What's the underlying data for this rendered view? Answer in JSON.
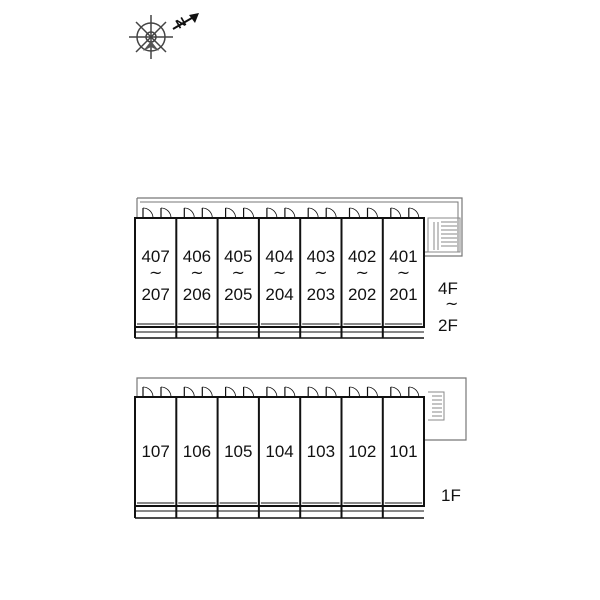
{
  "compass": {
    "icon": "north-arrow-compass-icon",
    "label": "N"
  },
  "upper_block": {
    "floor_range": {
      "top": "4F",
      "sep": "~",
      "bottom": "2F"
    },
    "units": [
      {
        "top": "407",
        "sep": "~",
        "bottom": "207"
      },
      {
        "top": "406",
        "sep": "~",
        "bottom": "206"
      },
      {
        "top": "405",
        "sep": "~",
        "bottom": "205"
      },
      {
        "top": "404",
        "sep": "~",
        "bottom": "204"
      },
      {
        "top": "403",
        "sep": "~",
        "bottom": "203"
      },
      {
        "top": "402",
        "sep": "~",
        "bottom": "202"
      },
      {
        "top": "401",
        "sep": "~",
        "bottom": "201"
      }
    ]
  },
  "lower_block": {
    "floor": "1F",
    "units": [
      {
        "label": "107"
      },
      {
        "label": "106"
      },
      {
        "label": "105"
      },
      {
        "label": "104"
      },
      {
        "label": "103"
      },
      {
        "label": "102"
      },
      {
        "label": "101"
      }
    ]
  },
  "colors": {
    "line": "#111111",
    "light_line": "#777777",
    "stair": "#888888"
  }
}
